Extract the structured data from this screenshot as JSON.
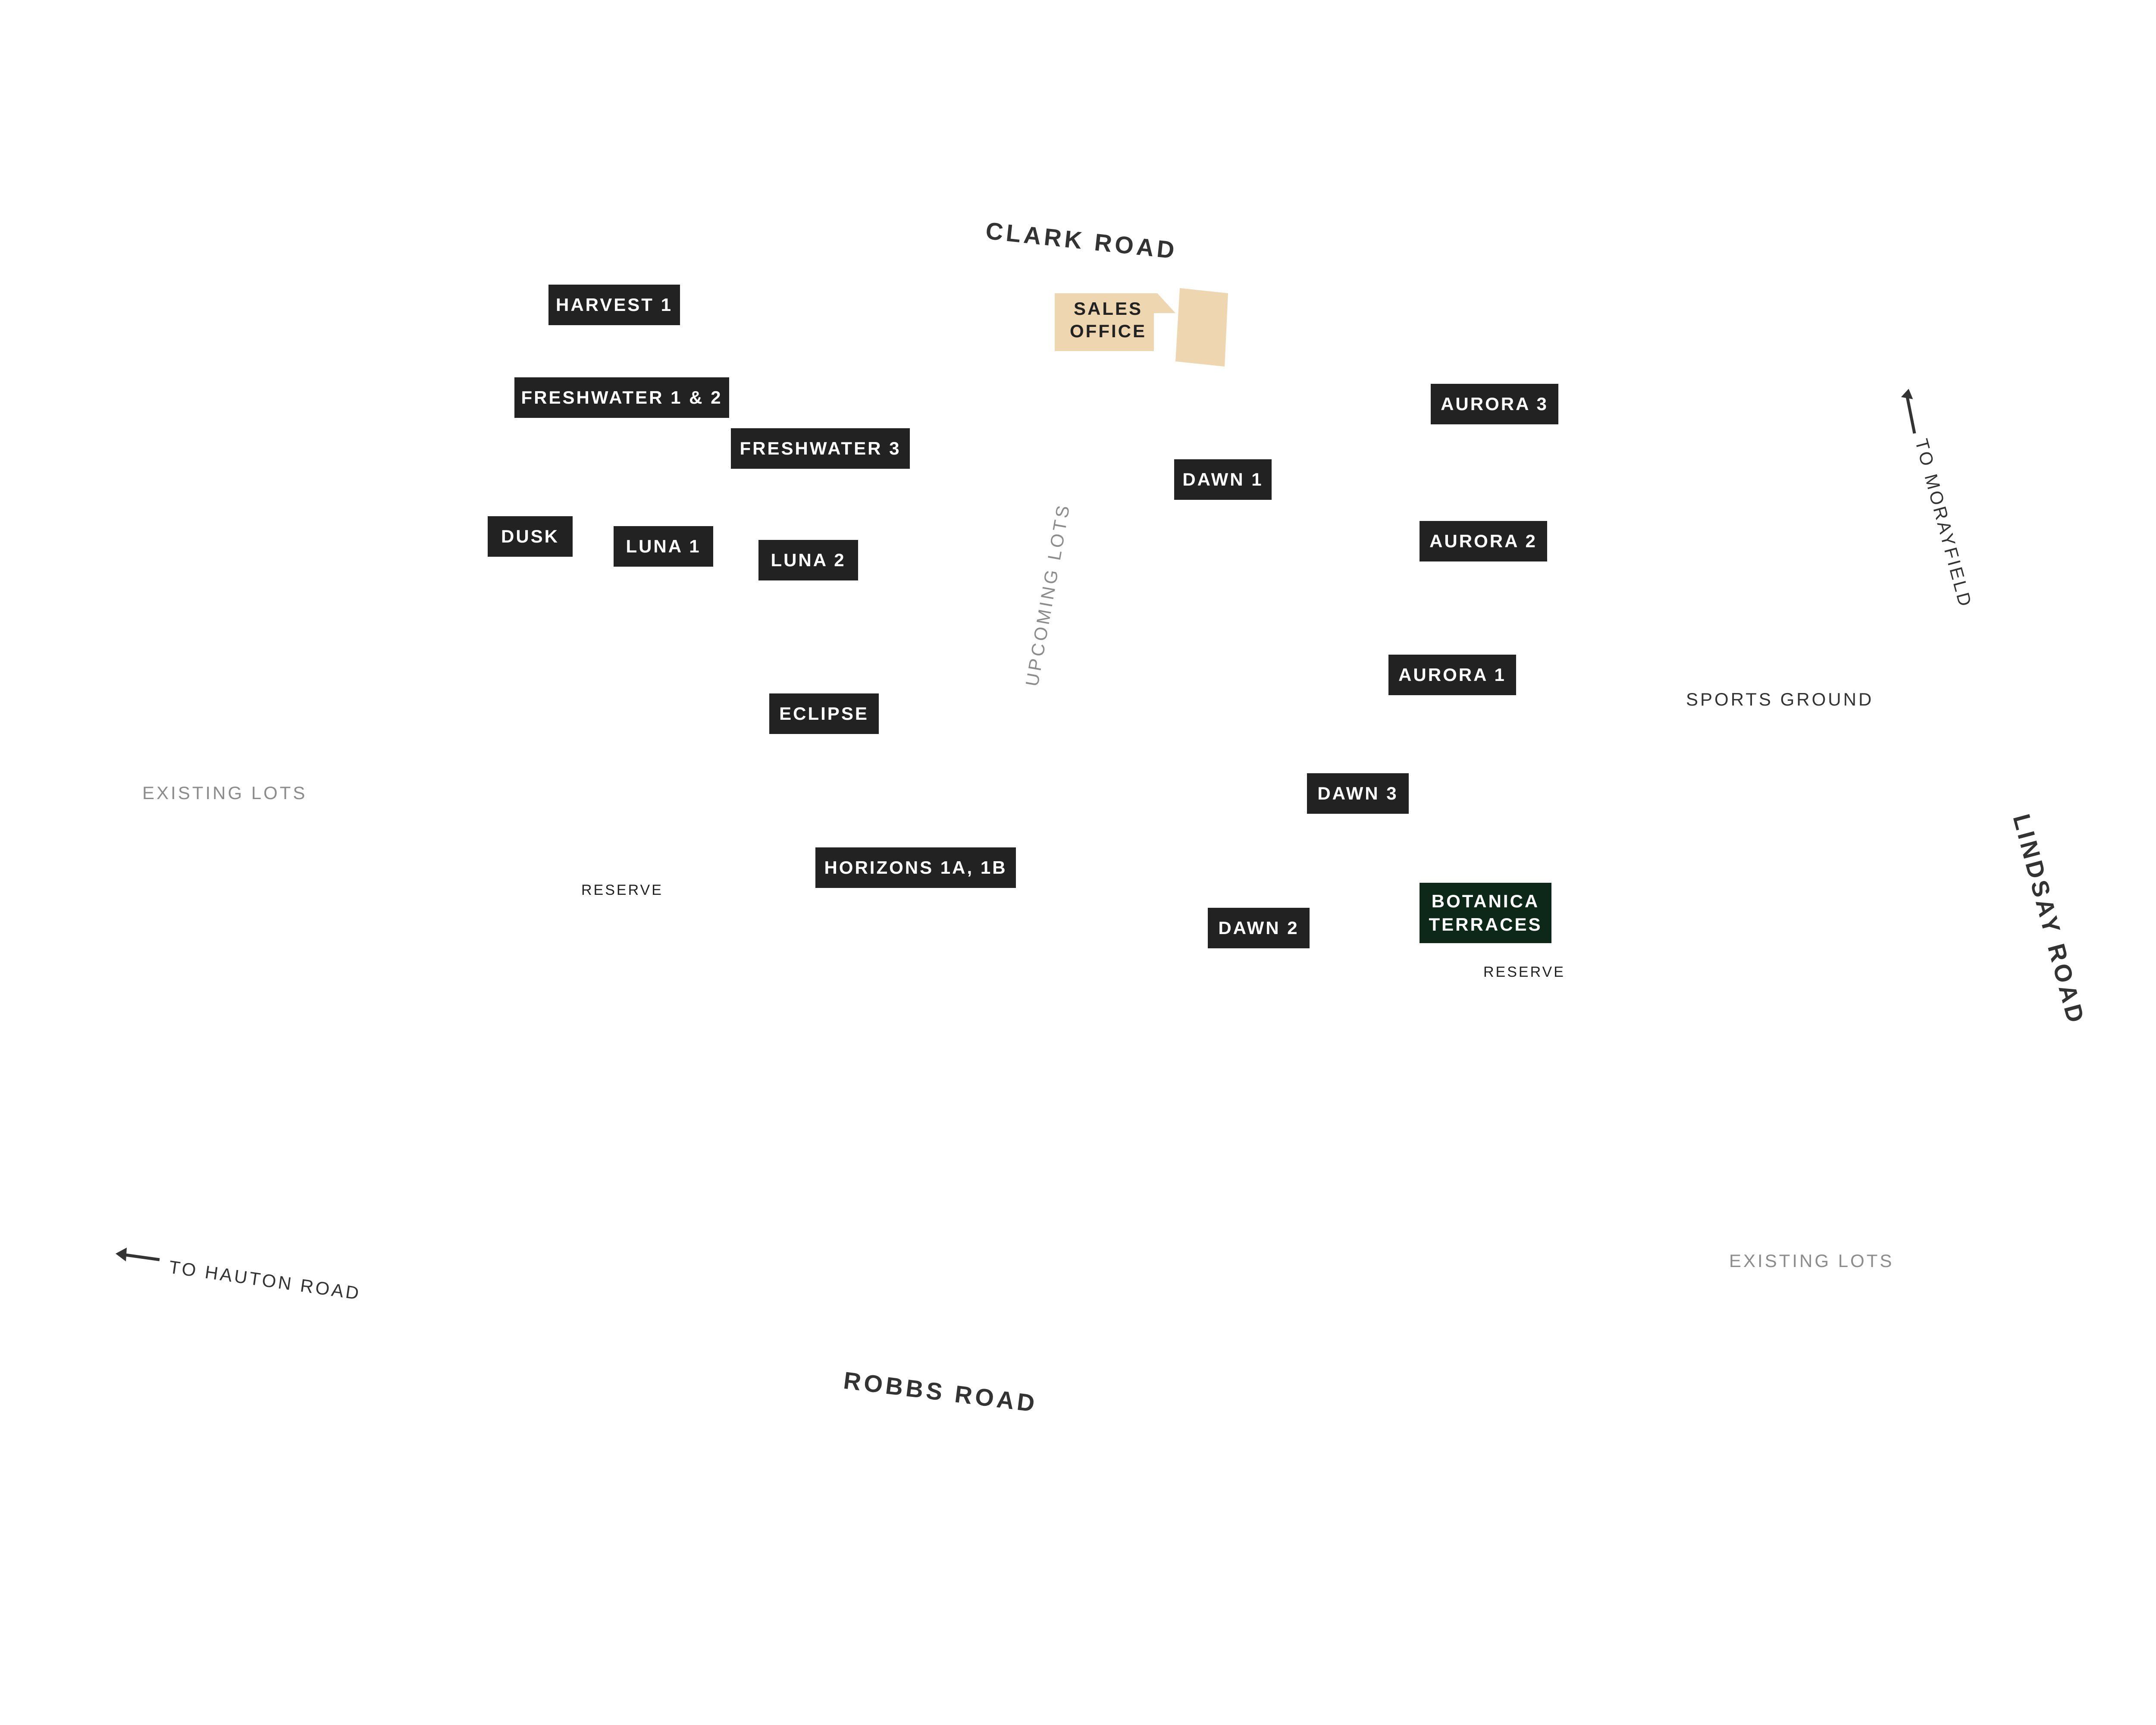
{
  "roads": {
    "clark": "CLARK ROAD",
    "robbs": "ROBBS ROAD",
    "lindsay": "LINDSAY ROAD"
  },
  "directions": {
    "morayfield": "TO MORAYFIELD",
    "hauton": "TO HAUTON ROAD"
  },
  "areas": {
    "existing_lots_left": "EXISTING LOTS",
    "existing_lots_right": "EXISTING LOTS",
    "sports_ground": "SPORTS GROUND",
    "reserve_left": "RESERVE",
    "reserve_right": "RESERVE",
    "upcoming_lots": "UPCOMING  LOTS"
  },
  "sales_office": {
    "line1": "SALES",
    "line2": "OFFICE",
    "color": "#EDD6B0"
  },
  "stages": {
    "harvest_1": "HARVEST 1",
    "freshwater_1_2": "FRESHWATER 1 & 2",
    "freshwater_3": "FRESHWATER 3",
    "dusk": "DUSK",
    "luna_1": "LUNA 1",
    "luna_2": "LUNA 2",
    "eclipse": "ECLIPSE",
    "horizons": "HORIZONS 1A, 1B",
    "dawn_1": "DAWN 1",
    "dawn_2": "DAWN 2",
    "dawn_3": "DAWN 3",
    "aurora_1": "AURORA 1",
    "aurora_2": "AURORA 2",
    "aurora_3": "AURORA 3",
    "botanica_line1": "BOTANICA",
    "botanica_line2": "TERRACES"
  },
  "colors": {
    "stage_label": "#222222",
    "featured_stage_label": "#0D2818",
    "road_text": "#333333",
    "muted_text": "#8C8C8C"
  }
}
